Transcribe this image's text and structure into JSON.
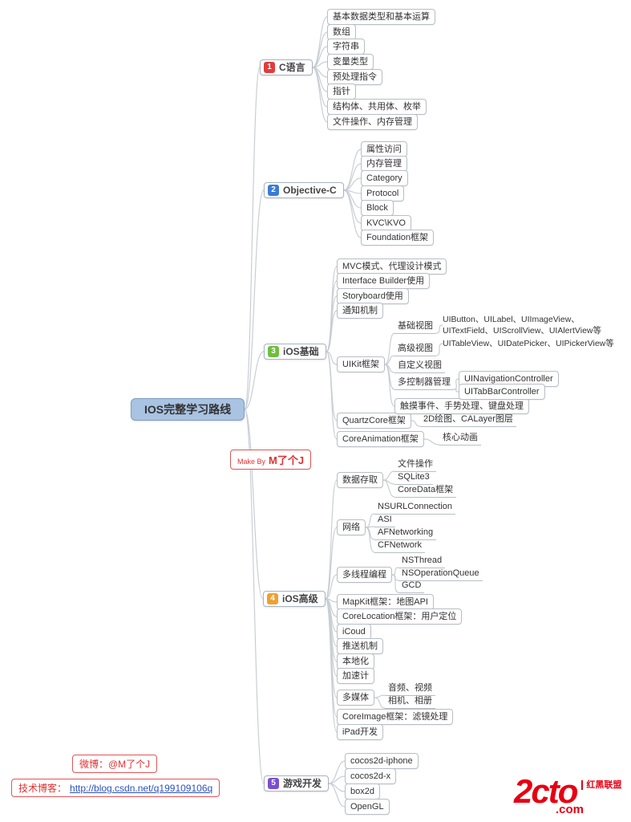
{
  "root": {
    "label": "IOS完整学习路线"
  },
  "branches": {
    "c": {
      "num": "1",
      "label": "C语言"
    },
    "objc": {
      "num": "2",
      "label": "Objective-C"
    },
    "ios_basic": {
      "num": "3",
      "label": "iOS基础"
    },
    "ios_adv": {
      "num": "4",
      "label": "iOS高级"
    },
    "game": {
      "num": "5",
      "label": "游戏开发"
    }
  },
  "c_topics": [
    "基本数据类型和基本运算",
    "数组",
    "字符串",
    "变量类型",
    "预处理指令",
    "指针",
    "结构体、共用体、枚举",
    "文件操作、内存管理"
  ],
  "objc_topics": [
    "属性访问",
    "内存管理",
    "Category",
    "Protocol",
    "Block",
    "KVC\\KVO",
    "Foundation框架"
  ],
  "ios_basic": {
    "mvc": "MVC模式、代理设计模式",
    "ib": "Interface Builder使用",
    "storyboard": "Storyboard使用",
    "notification": "通知机制",
    "uikit": "UIKit框架",
    "uikit_children": {
      "basic_views": "基础视图",
      "basic_views_desc1": "UIButton、UILabel、UIImageView、",
      "basic_views_desc2": "UITextField、UIScrollView、UIAlertView等",
      "adv_views": "高级视图",
      "adv_views_desc": "UITableView、UIDatePicker、UIPickerView等",
      "custom_views": "自定义视图",
      "controllers": "多控制器管理",
      "nav_controller": "UINavigationController",
      "tabbar_controller": "UITabBarController",
      "touch": "触摸事件、手势处理、键盘处理"
    },
    "quartzcore": "QuartzCore框架",
    "quartzcore_desc": "2D绘图、CALayer图层",
    "coreanimation": "CoreAnimation框架",
    "coreanimation_desc": "核心动画"
  },
  "ios_adv": {
    "storage": "数据存取",
    "storage_children": [
      "文件操作",
      "SQLite3",
      "CoreData框架"
    ],
    "network": "网络",
    "network_children": [
      "NSURLConnection",
      "ASI",
      "AFNetworking",
      "CFNetwork"
    ],
    "threading": "多线程编程",
    "threading_children": [
      "NSThread",
      "NSOperationQueue",
      "GCD"
    ],
    "mapkit": "MapKit框架：地图API",
    "corelocation": "CoreLocation框架：用户定位",
    "icloud": "iCoud",
    "push": "推送机制",
    "localization": "本地化",
    "accelerometer": "加速计",
    "multimedia": "多媒体",
    "multimedia_children": [
      "音频、视频",
      "相机、相册"
    ],
    "coreimage": "CoreImage框架：滤镜处理",
    "ipad": "iPad开发"
  },
  "game_topics": [
    "cocos2d-iphone",
    "cocos2d-x",
    "box2d",
    "OpenGL"
  ],
  "notes": {
    "make_by_prefix": "Make By",
    "make_by_name": "M了个J",
    "weibo": "微博：@M了个J",
    "blog_label": "技术博客：",
    "blog_url": "http://blog.csdn.net/q199109106q"
  },
  "logo": {
    "main": "2cto",
    "suffix": ".com",
    "tagline": "红黑联盟"
  },
  "colors": {
    "badge_1": "#e23c3c",
    "badge_2": "#3a7bd5",
    "badge_3": "#6fbf3e",
    "badge_4": "#f0a030",
    "badge_5": "#7a4fd0",
    "root_bg": "#a9c3e2",
    "accent_red": "#e03030",
    "logo_red": "#e60012",
    "link_blue": "#2a52be",
    "connector_gray": "#c9ced4"
  }
}
